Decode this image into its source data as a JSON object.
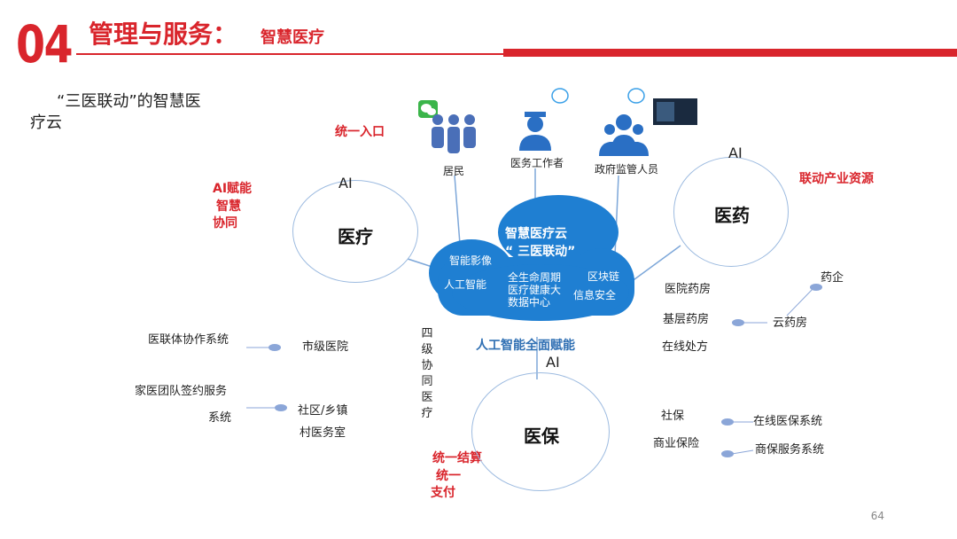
{
  "header": {
    "section_number": "04",
    "title": "管理与服务：",
    "subtitle": "智慧医疗"
  },
  "intro": {
    "line1": "“三医联动”的智慧医",
    "line2": "疗云"
  },
  "red_labels": {
    "unified_entry": "统一入口",
    "ai_empower_line1": "AI赋能",
    "ai_empower_line2": "智慧",
    "ai_empower_line3": "协同",
    "linked_industry": "联动产业资源",
    "settle_line1": "统一结算",
    "settle_line2": "统一",
    "settle_line3": "支付"
  },
  "actors": {
    "residents": "居民",
    "medical_staff": "医务工作者",
    "gov_staff": "政府监管人员"
  },
  "cloud": {
    "title_line1": "智慧医疗云",
    "title_line2": "“ 三医联动”",
    "item_imaging": "智能影像",
    "item_ai": "人工智能",
    "item_bigdata_1": "全生命周期",
    "item_bigdata_2": "医疗健康大",
    "item_bigdata_3": "数据中心",
    "item_blockchain": "区块链",
    "item_security": "信息安全"
  },
  "ai_empower_all": "人工智能全面赋能",
  "circles": {
    "medical": {
      "label": "医疗",
      "ai": "AI"
    },
    "pharma": {
      "label": "医药",
      "ai": "AI"
    },
    "insurance": {
      "label": "医保",
      "ai": "AI"
    }
  },
  "four_level": "四级协同医疗",
  "left_items": {
    "alliance_system": "医联体协作系统",
    "city_hospital": "市级医院",
    "family_doctor_1": "家医团队签约服务",
    "family_doctor_2": "系统",
    "community_1": "社区/乡镇",
    "community_2": "村医务室"
  },
  "pharma_items": {
    "pharma_company": "药企",
    "hospital_pharmacy": "医院药房",
    "primary_pharmacy": "基层药房",
    "cloud_pharmacy": "云药房",
    "online_prescription": "在线处方"
  },
  "insurance_items": {
    "social_security": "社保",
    "online_insurance_system": "在线医保系统",
    "commercial_insurance": "商业保险",
    "commercial_service_system": "商保服务系统"
  },
  "page_number": "64",
  "colors": {
    "accent_red": "#d9252c",
    "cloud_blue": "#1f7fd2",
    "line_blue": "#8ba6d8"
  }
}
